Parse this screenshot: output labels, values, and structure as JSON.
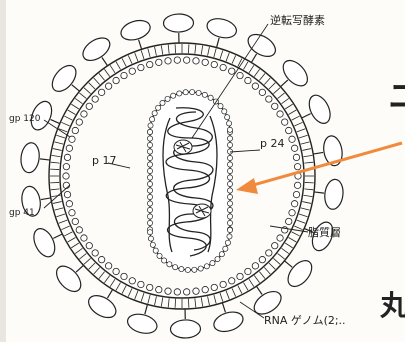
{
  "diagram": {
    "labels": {
      "reverse_transcriptase": "逆転写酵素",
      "gp120": "gp 120",
      "gp41": "gp 41",
      "p17": "p 17",
      "p24": "p 24",
      "lipid_layer": "脂質層",
      "rna_genome": "RNA ゲノム(2;.."
    },
    "overlay": {
      "partial_char_top": "ニ",
      "partial_char_bottom": "丸"
    },
    "colors": {
      "arrow": "#f08a3c",
      "ink": "#222222",
      "background": "#fdfcf8"
    }
  }
}
